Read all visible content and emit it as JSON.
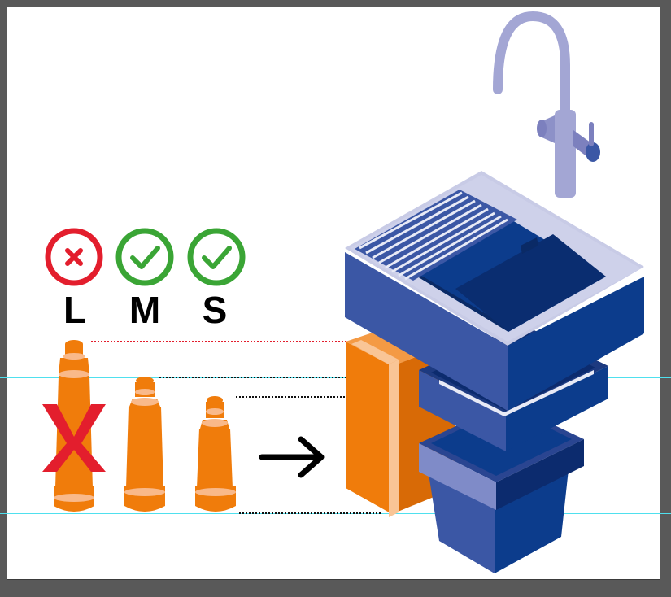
{
  "sizes": [
    {
      "label": "L",
      "status": "not-fit",
      "status_icon": "cross-circle-icon"
    },
    {
      "label": "M",
      "status": "fit",
      "status_icon": "check-circle-icon"
    },
    {
      "label": "S",
      "status": "fit",
      "status_icon": "check-circle-icon"
    }
  ],
  "colors": {
    "reject": "#e31e2d",
    "accept": "#3aa535",
    "orange": "#f07c0b",
    "orange_light": "#f9b98a",
    "navy": "#0c3c8c",
    "blue": "#3b57a5",
    "lavender": "#c8cbe6",
    "faucet": "#a3a6d4",
    "guide": "#4fe0ee"
  }
}
